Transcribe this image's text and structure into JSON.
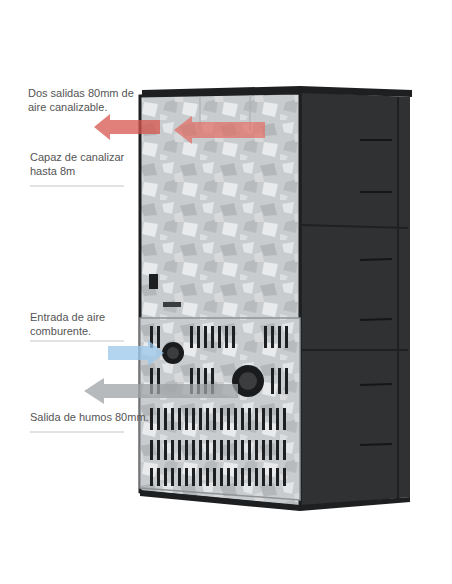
{
  "diagram": {
    "labels": [
      "Dos salidas 80mm de aire canalizable.",
      "Capaz de canalizar hasta 8m",
      "Entrada de aire comburente.",
      "Salida de humos 80mm."
    ]
  }
}
